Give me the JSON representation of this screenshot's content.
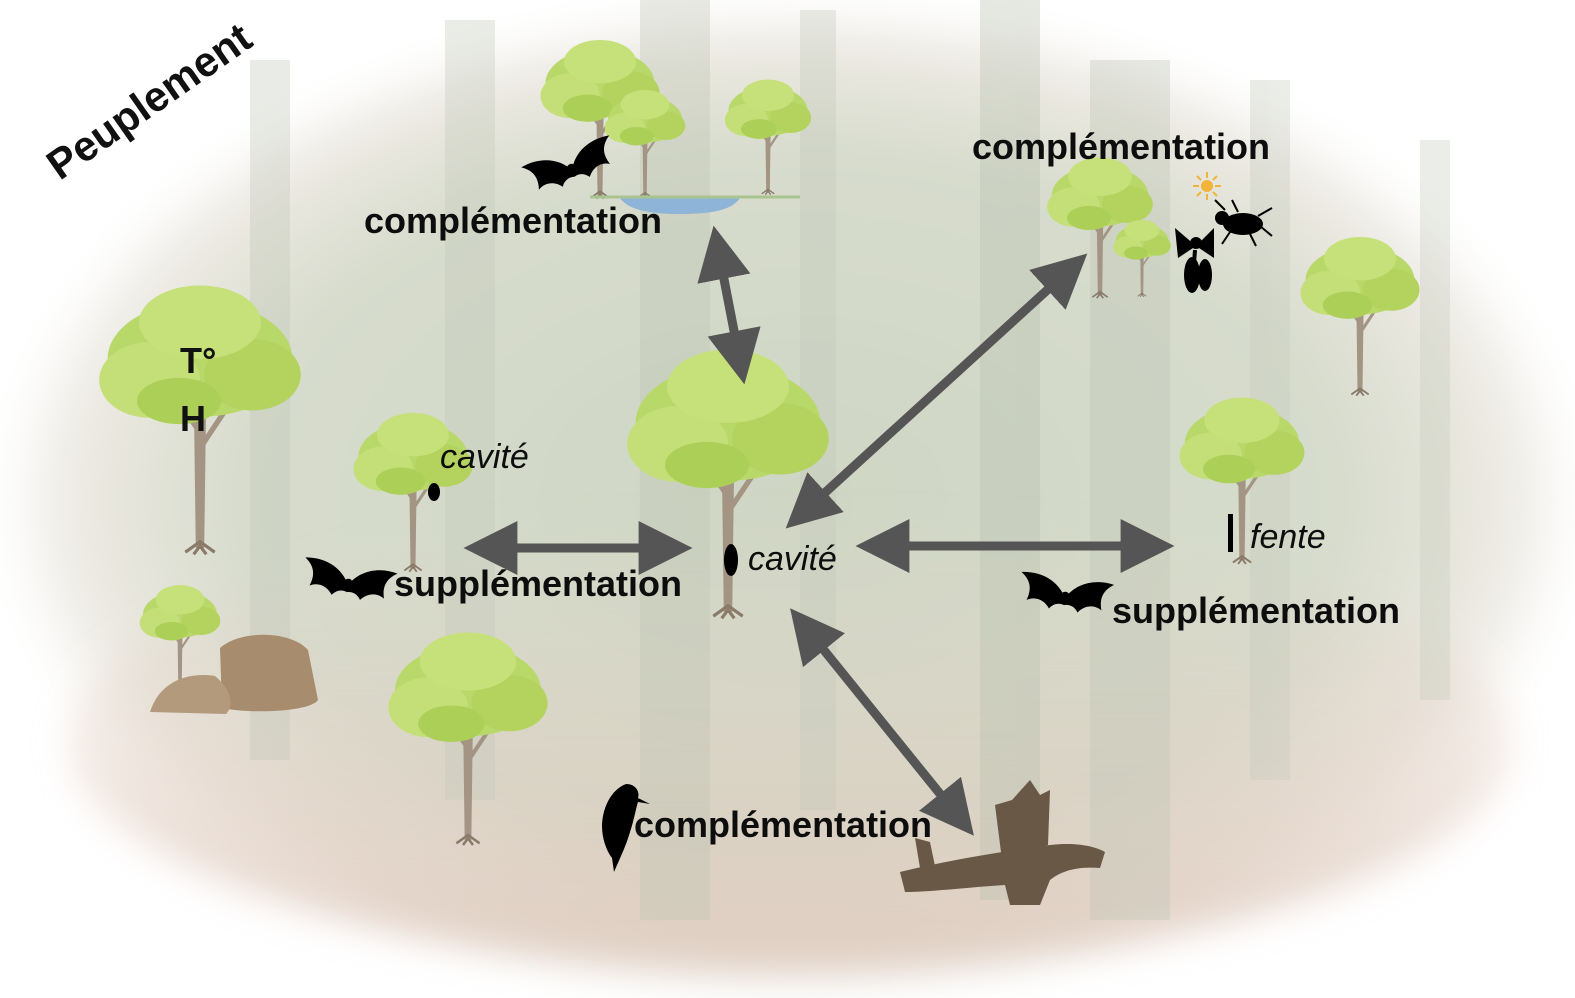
{
  "title": "Peuplement",
  "thermal": {
    "temperature": "T°",
    "humidity": "H"
  },
  "labels": {
    "complementation_top": "complémentation",
    "complementation_topright": "complémentation",
    "complementation_bottom": "complémentation",
    "supplementation_left": "supplémentation",
    "supplementation_right": "supplémentation",
    "cavite_left": "cavité",
    "cavite_center": "cavité",
    "fente": "fente"
  },
  "colors": {
    "arrow": "#555555",
    "foliage": "#b9d86a",
    "foliage_dark": "#9cc23f",
    "trunk": "#9e8c7a",
    "rock": "#a88c6e",
    "deadwood": "#6a5846",
    "water": "#8eb4d8",
    "silhouette": "#000000"
  },
  "icons": [
    "bat-icon",
    "woodpecker-icon",
    "beetle-icon",
    "flower-icon",
    "sun-icon",
    "pond-icon",
    "rocks-icon",
    "deadwood-icon",
    "tree-icon"
  ]
}
